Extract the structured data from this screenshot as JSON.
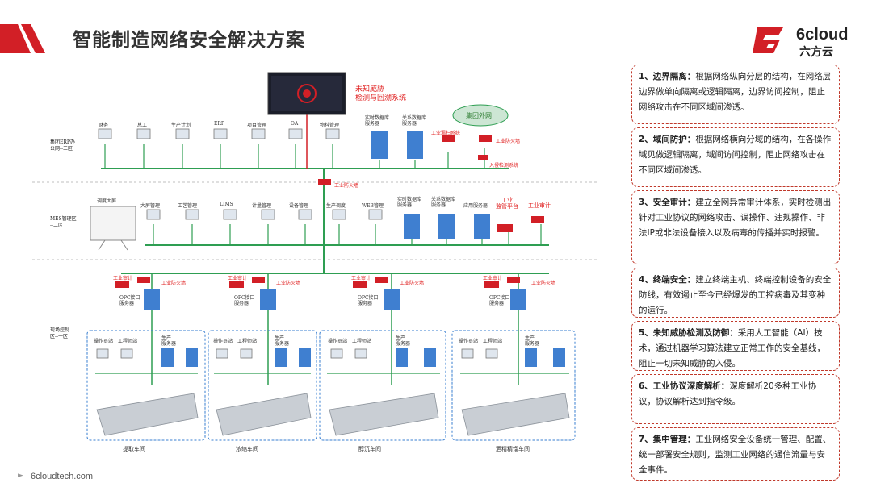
{
  "header": {
    "title": "智能制造网络安全解决方案"
  },
  "logo": {
    "name": "6cloud",
    "sub": "六方云"
  },
  "footer": {
    "url": "6cloudtech.com"
  },
  "diagram": {
    "threat_label": "未知威胁\n检测与回溯系统",
    "group_cloud": "集团外网",
    "zones": {
      "z3": "集团ERP办\n公网--三区",
      "z2": "MES管理区\n--二区",
      "z1": "现场控制\n区--一区"
    },
    "tier3_systems": [
      "财务",
      "总工",
      "生产计划",
      "ERP",
      "项目管理",
      "OA",
      "物料管理"
    ],
    "tier3_servers": [
      "实时数据库\n服务器",
      "关系数据库\n服务器"
    ],
    "tier3_security": {
      "audit_leak": "工业漏扫系统",
      "firewall": "工业防火墙",
      "ids": "入侵检测系统"
    },
    "mid_firewall": "工业防火墙",
    "tier2_systems": [
      "调度大屏",
      "大屏管理",
      "工艺管理",
      "LIMS",
      "计量管理",
      "设备管理",
      "生产调度",
      "WEB管理"
    ],
    "tier2_servers": [
      "实时数据库\n服务器",
      "关系数据库\n服务器",
      "应用服务器"
    ],
    "tier2_platform": "工业\n监管平台",
    "tier2_audit": "工业审计",
    "workshops": [
      {
        "name": "提取车间"
      },
      {
        "name": "浓缩车间"
      },
      {
        "name": "醇沉车间"
      },
      {
        "name": "酒精精馏车间"
      }
    ],
    "ws_labels": {
      "audit": "工业审计",
      "firewall": "工业防火墙",
      "opc": "OPC接口\n服务器",
      "operator": "操作员站",
      "engineer": "工程师站",
      "prod_server": "生产\n服务器"
    }
  },
  "cards": [
    {
      "title": "1、边界隔离：",
      "body": "根据网络纵向分层的结构，在网络层边界做单向隔离或逻辑隔离，边界访问控制，阻止网络攻击在不同区域间渗透。"
    },
    {
      "title": "2、域间防护：",
      "body": "根据网络横向分域的结构，在各操作域见做逻辑隔离，域间访问控制，阻止网络攻击在不同区域间渗透。"
    },
    {
      "title": "3、安全审计：",
      "body": "建立全网异常审计体系，实时检测出针对工业协议的网络攻击、误操作、违规操作、非法IP或非法设备接入以及病毒的传播并实时报警。"
    },
    {
      "title": "4、终端安全：",
      "body": "建立终端主机、终端控制设备的安全防线，有效遏止至今已经爆发的工控病毒及其变种的运行。"
    },
    {
      "title": "5、未知威胁检测及防御：",
      "body": "采用人工智能（AI）技术，通过机器学习算法建立正常工作的安全基线，阻止一切未知威胁的入侵。"
    },
    {
      "title": "6、工业协议深度解析：",
      "body": "深度解析20多种工业协议，协议解析达到指令级。"
    },
    {
      "title": "7、集中管理：",
      "body": "工业网络安全设备统一管理、配置、统一部署安全规则，监测工业网络的通信流量与安全事件。"
    }
  ]
}
